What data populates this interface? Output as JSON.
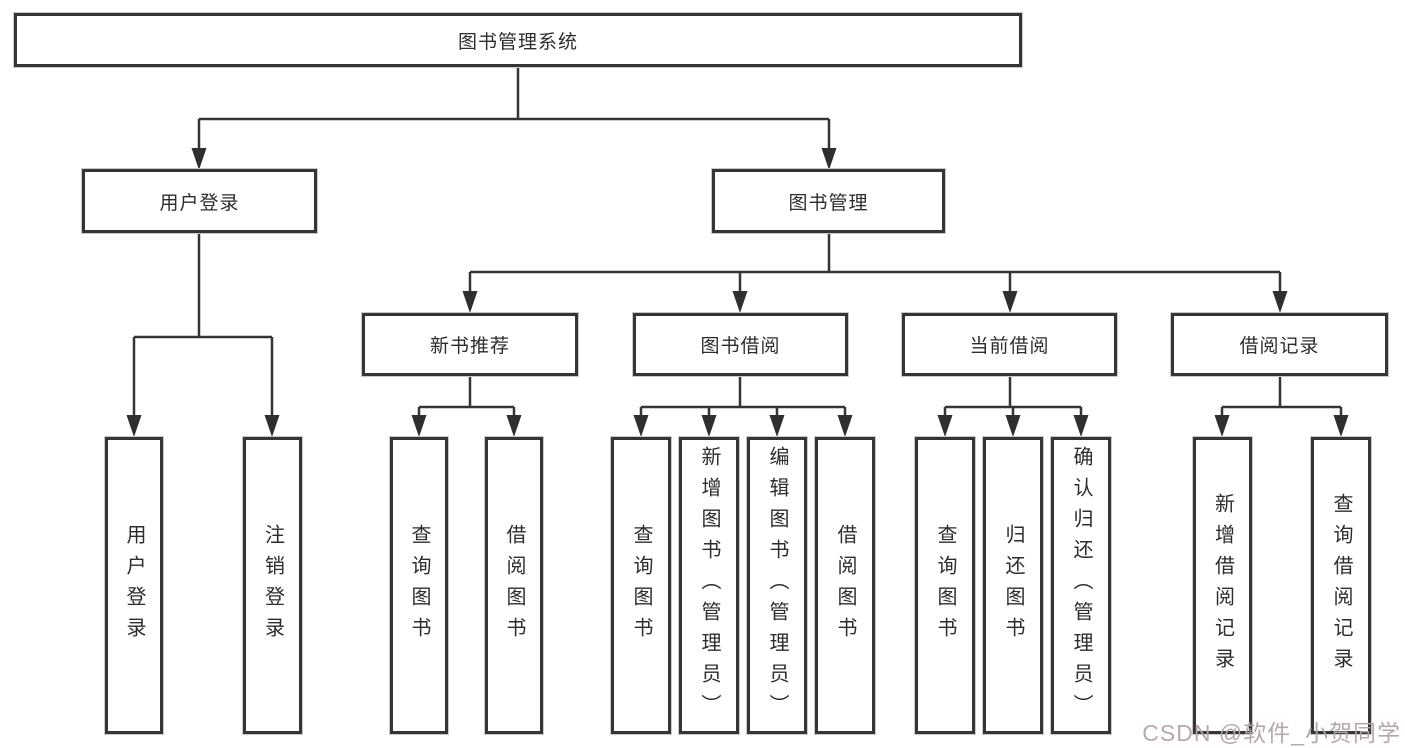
{
  "title": "图书管理系统",
  "level2": {
    "login": "用户登录",
    "mgmt": "图书管理"
  },
  "level3": {
    "recommend": "新书推荐",
    "borrow": "图书借阅",
    "current": "当前借阅",
    "records": "借阅记录"
  },
  "leaves": {
    "login": [
      "用户登录",
      "注销登录"
    ],
    "recommend": [
      "查询图书",
      "借阅图书"
    ],
    "borrow": [
      "查询图书",
      "新增图书（管理员）",
      "编辑图书（管理员）",
      "借阅图书"
    ],
    "current": [
      "查询图书",
      "归还图书",
      "确认归还（管理员）"
    ],
    "records": [
      "新增借阅记录",
      "查询借阅记录"
    ]
  },
  "watermark": "CSDN @软件_小贺同学",
  "colors": {
    "line": "#353535",
    "arrow": "#2f2f2f",
    "border": "#353535",
    "text": "#2d2d2d",
    "watermark": "#b3a4a6"
  }
}
